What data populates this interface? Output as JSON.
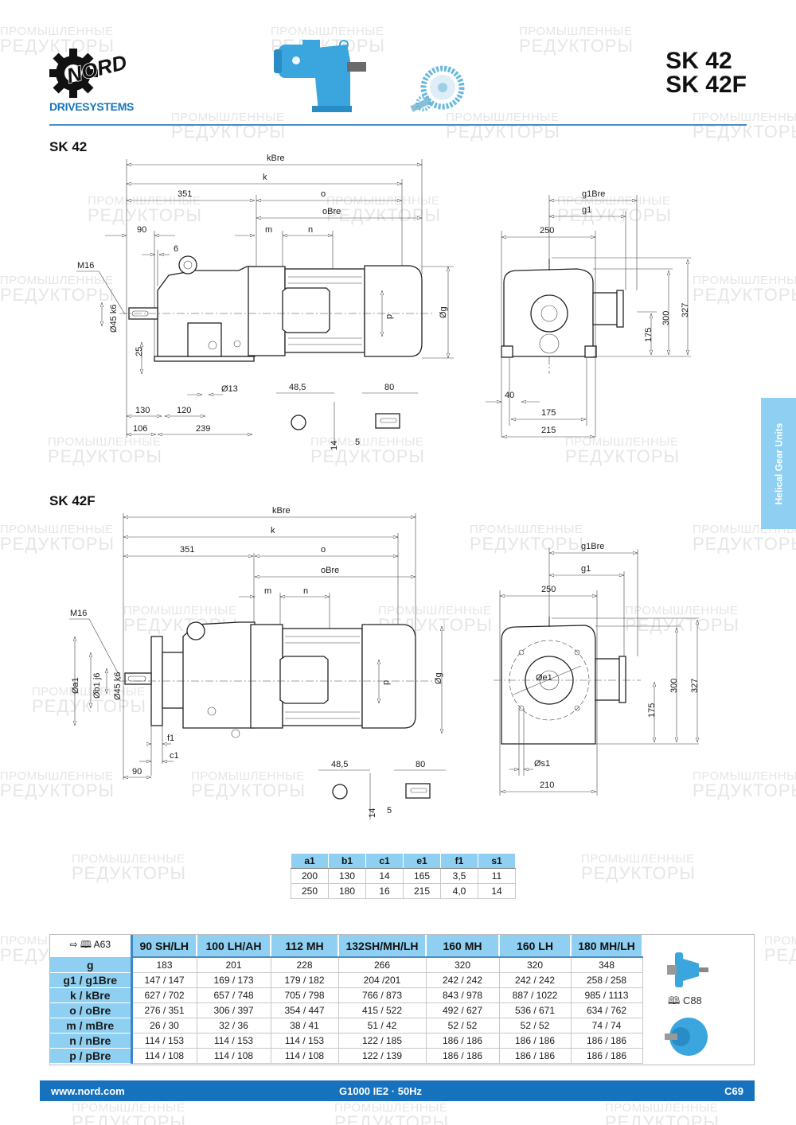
{
  "header": {
    "brand": "NORD",
    "brand_sub": "DRIVESYSTEMS",
    "titles": [
      "SK 42",
      "SK 42F"
    ]
  },
  "side_tab": {
    "label": "Helical Gear Units"
  },
  "watermark": {
    "line1": "ПРОМЫШЛЕННЫЕ",
    "line2": "РЕДУКТОРЫ"
  },
  "sk42": {
    "title": "SK 42",
    "dims": {
      "kBre": "kBre",
      "k": "k",
      "d351": "351",
      "o": "o",
      "oBre": "oBre",
      "m": "m",
      "n": "n",
      "d90": "90",
      "d6": "6",
      "m16": "M16",
      "shaft": "Ø45 k6",
      "d25": "25",
      "d13": "Ø13",
      "d130": "130",
      "d120": "120",
      "d106": "106",
      "d239": "239",
      "p": "p",
      "g": "Øg",
      "key_w": "48,5",
      "key_h": "14",
      "key_l": "80",
      "key_off": "5"
    },
    "end": {
      "g1Bre": "g1Bre",
      "g1": "g1",
      "d250": "250",
      "d300": "300",
      "d327": "327",
      "d175h": "175",
      "d40": "40",
      "d175w": "175",
      "d215": "215"
    }
  },
  "sk42f": {
    "title": "SK 42F",
    "dims": {
      "kBre": "kBre",
      "k": "k",
      "d351": "351",
      "o": "o",
      "oBre": "oBre",
      "m": "m",
      "n": "n",
      "m16": "M16",
      "a1": "Øa1",
      "b1": "Øb1 j6",
      "shaft": "Ø45 k6",
      "f1": "f1",
      "c1": "c1",
      "d90": "90",
      "p": "p",
      "g": "Øg",
      "key_w": "48,5",
      "key_h": "14",
      "key_l": "80",
      "key_off": "5"
    },
    "end": {
      "g1Bre": "g1Bre",
      "g1": "g1",
      "d250": "250",
      "d300": "300",
      "d327": "327",
      "d175h": "175",
      "e1": "Øe1",
      "s1": "Øs1",
      "d210": "210"
    }
  },
  "flange_table": {
    "headers": [
      "a1",
      "b1",
      "c1",
      "e1",
      "f1",
      "s1"
    ],
    "rows": [
      [
        "200",
        "130",
        "14",
        "165",
        "3,5",
        "11"
      ],
      [
        "250",
        "180",
        "16",
        "215",
        "4,0",
        "14"
      ]
    ]
  },
  "motor_table": {
    "corner": "⇨ 🕮 A63",
    "columns": [
      "90 SH/LH",
      "100 LH/AH",
      "112 MH",
      "132SH/MH/LH",
      "160 MH",
      "160 LH",
      "180 MH/LH"
    ],
    "rows": [
      {
        "label": "g",
        "values": [
          "183",
          "201",
          "228",
          "266",
          "320",
          "320",
          "348"
        ]
      },
      {
        "label": "g1 / g1Bre",
        "values": [
          "147 / 147",
          "169 / 173",
          "179 / 182",
          "204 /201",
          "242 / 242",
          "242 / 242",
          "258 / 258"
        ]
      },
      {
        "label": "k / kBre",
        "values": [
          "627 / 702",
          "657 / 748",
          "705 / 798",
          "766 / 873",
          "843 / 978",
          "887 / 1022",
          "985 / 1113"
        ]
      },
      {
        "label": "o / oBre",
        "values": [
          "276 / 351",
          "306 / 397",
          "354 / 447",
          "415 / 522",
          "492 / 627",
          "536 / 671",
          "634 / 762"
        ]
      },
      {
        "label": "m / mBre",
        "values": [
          "26 / 30",
          "32 / 36",
          "38 / 41",
          "51 / 42",
          "52 / 52",
          "52 / 52",
          "74 / 74"
        ]
      },
      {
        "label": "n / nBre",
        "values": [
          "114 / 153",
          "114 / 153",
          "114 / 153",
          "122 / 185",
          "186 / 186",
          "186 / 186",
          "186 / 186"
        ]
      },
      {
        "label": "p / pBre",
        "values": [
          "114 / 108",
          "114 / 108",
          "114 / 108",
          "122 / 139",
          "186 / 186",
          "186 / 186",
          "186 / 186"
        ]
      }
    ],
    "ref": "🕮 C88"
  },
  "footer": {
    "url": "www.nord.com",
    "center": "G1000  IE2 · 50Hz",
    "page": "C69"
  },
  "colors": {
    "accent": "#1672bc",
    "light": "#8fd0f2",
    "product": "#3aa6dd"
  }
}
